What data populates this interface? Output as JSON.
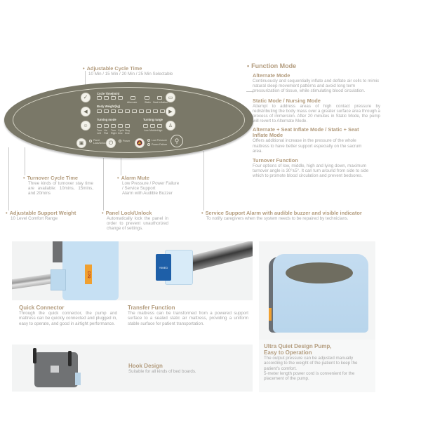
{
  "callouts": {
    "adjustable_cycle_time": {
      "title": "Adjustable Cycle Time",
      "text": "10 Min / 15 Min / 20 Min / 25 Min Selectable"
    },
    "turnover_cycle_time": {
      "title": "Turnover Cycle Time",
      "text": "Three kinds of turnover stay time are available: 10mins, 15mins, and 20mins"
    },
    "alarm_mute": {
      "title": "Alarm Mute",
      "lines": [
        "Low Pressure / Power Failure",
        "/ Service Support",
        "Alarm with Audible Buzzer"
      ]
    },
    "adjustable_support_weight": {
      "title": "Adjustable Support Weight",
      "text": "10 Level Comfort Range"
    },
    "panel_lock": {
      "title": "Panel Lock/Unlock",
      "text": "Automatically lock the panel in order to prevent unauthorized change of settings."
    },
    "service_support_alarm": {
      "title": "Service Support Alarm with audible buzzer and visible indicator",
      "text": "To notify caregivers when the system needs to be repaired by technicians."
    }
  },
  "function_mode": {
    "heading": "Function Mode",
    "items": [
      {
        "title": "Alternate Mode",
        "text": "Continuously and sequentially inflate and deflate air cells to mimic natural sleep movement patterns and avoid long term pressurization of tissue, while stimulating blood circulation."
      },
      {
        "title": "Static Mode / Nursing Mode",
        "text": "Attempt to address areas of high contact pressure by redistributing the body mass over a greater surface area through a process of immersion. After 20 minutes in Static Mode, the pump will revert to Alternate Mode."
      },
      {
        "title": "Alternate + Seat Inflate Mode / Static + Seat Inflate Mode",
        "text": "Offers additional increase in the pressure of the whole mattress to have better support especially on the sacrum area."
      },
      {
        "title": "Turnover Function",
        "text": "Four options of low, middle, high and lying down, maximum turnover angle is 30°±5°. It can turn around from side to side which to promote blood circulation and prevent bedsores."
      }
    ]
  },
  "panel": {
    "cycle_time_label": "Cycle Time(min)",
    "body_weight_label": "Body Weight(kg)",
    "turning_mode_label": "Turning mode",
    "turning_range_label": "Turning range",
    "mode_labels": [
      "Alternate",
      "Static",
      "Seat Inflation"
    ],
    "turning_mode_options": [
      "Turn Left",
      "Lie Flat",
      "Turn Right",
      "Cycle time",
      "Stay time"
    ],
    "turning_range_options": [
      "Low",
      "Middle",
      "High"
    ],
    "lock_label": "Panel Lock/Unlock",
    "power_label": "Power",
    "alarm_labels": [
      "Low Pressure",
      "Power Failure"
    ]
  },
  "cards": {
    "quick_connector": {
      "title": "Quick Connector",
      "text": "Through the quick connector, the pump and mattress can be quickly connected and plugged in, easy to operate, and good in airtight performance.",
      "badge": "CPR"
    },
    "transfer_function": {
      "title": "Transfer Function",
      "text": "The mattress can be transformed from a powered support surface to a sealed static air mattress, providing a uniform stable surface for patient transportation.",
      "badge": "YIMED"
    },
    "ultra_quiet": {
      "title_lines": [
        "Ultra Quiet Design Pump,",
        "Easy to Operation"
      ],
      "text_lines": [
        "The output pressure can be adjusted manually according to the weight of the patient to keep the patient's comfort.",
        "5-meter length power cord is convenient for the placement of the pump."
      ]
    },
    "hook_design": {
      "title": "Hook Design",
      "text": "Suitable for all kinds of bed boards."
    }
  },
  "colors": {
    "accent": "#b39c7e",
    "panel": "#7a7868",
    "body_text": "#a6a6a6",
    "device_blue": "#bcd9ee",
    "connector_blue": "#1e5fa8",
    "badge_orange": "#f0a030"
  }
}
